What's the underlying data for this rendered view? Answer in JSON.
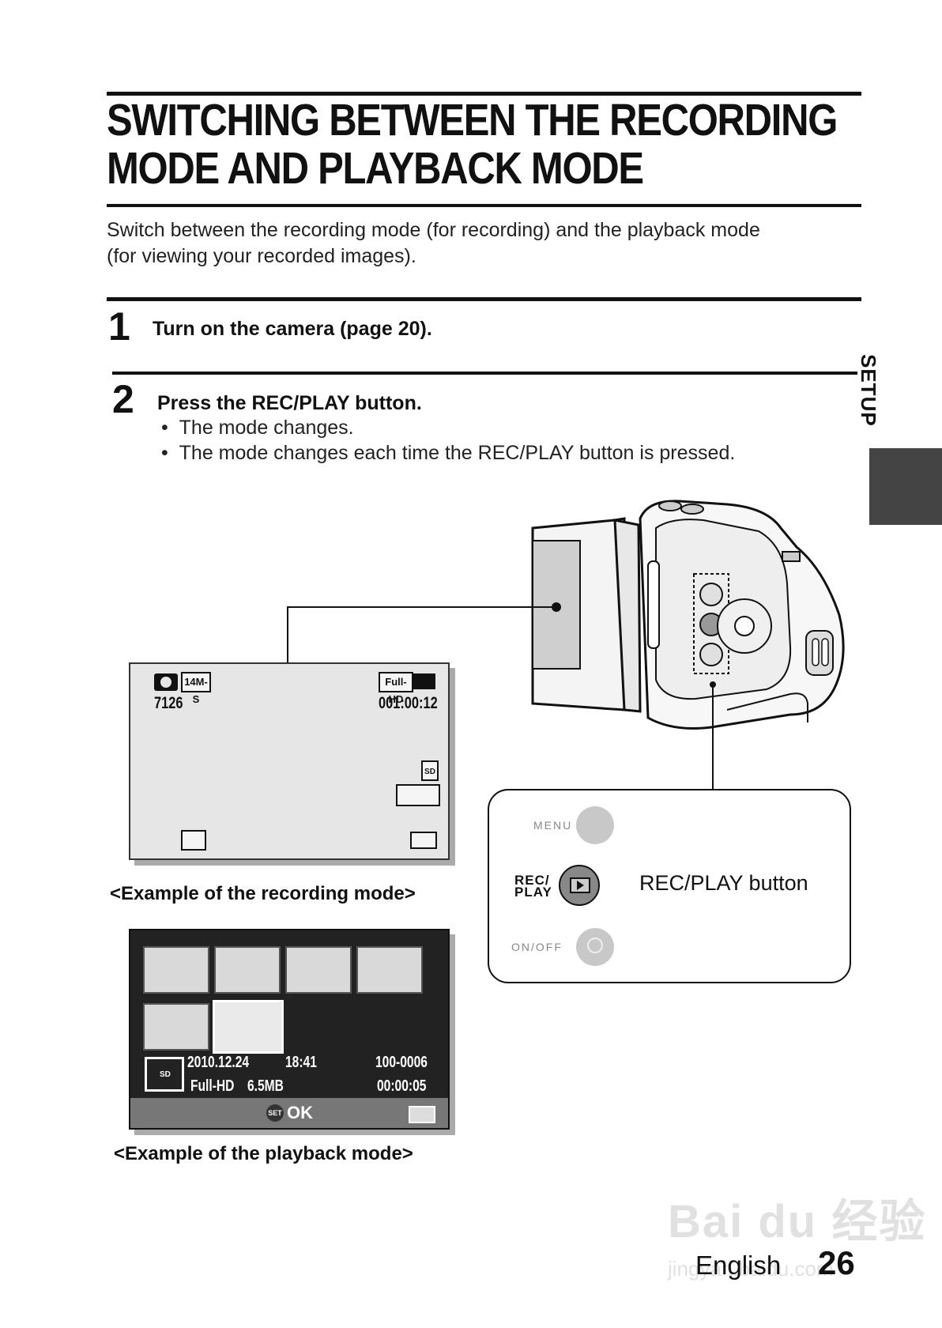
{
  "title": {
    "line1": "SWITCHING BETWEEN THE RECORDING",
    "line2": "MODE AND PLAYBACK MODE"
  },
  "intro": {
    "line1": "Switch between the recording mode (for recording) and the playback mode",
    "line2": "(for viewing your recorded images)."
  },
  "steps": [
    {
      "number": "1",
      "text": "Turn on the camera (page 20)."
    },
    {
      "number": "2",
      "text": "Press the REC/PLAY button.",
      "bullets": [
        "The mode changes.",
        "The mode changes each time the REC/PLAY button is pressed."
      ]
    }
  ],
  "side_tab": {
    "label": "SETUP",
    "color": "#444444"
  },
  "recording_screen": {
    "image_size": "14M-S",
    "shots_remaining": "7126",
    "video_quality": "Full-HD",
    "record_time": "001:00:12",
    "card": "SD",
    "caption": "<Example of the recording mode>"
  },
  "playback_screen": {
    "date": "2010.12.24",
    "time": "18:41",
    "file_number": "100-0006",
    "quality": "Full-HD",
    "file_size": "6.5MB",
    "duration": "00:00:05",
    "card": "SD",
    "set_label": "SET",
    "ok_label": "OK",
    "caption": "<Example of the playback mode>"
  },
  "buttons": {
    "menu": "MENU",
    "rec_play_line1": "REC/",
    "rec_play_line2": "PLAY",
    "on_off": "ON/OFF",
    "callout": "REC/PLAY button"
  },
  "footer": {
    "language": "English",
    "page": "26"
  },
  "watermark": {
    "text": "Bai du 经验",
    "url": "jingyan.baidu.com"
  }
}
